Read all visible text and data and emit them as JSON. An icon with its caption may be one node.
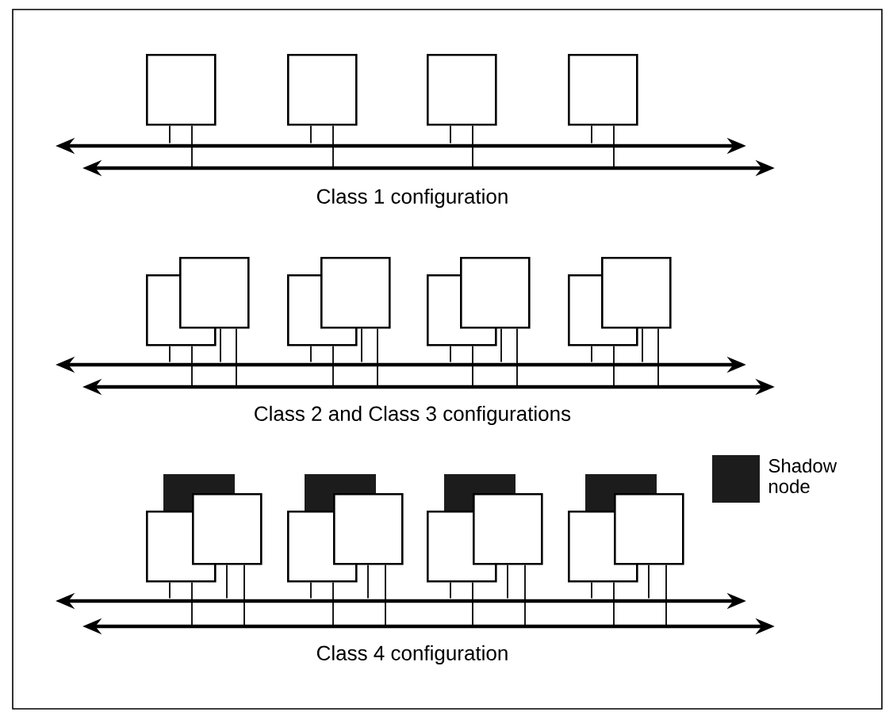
{
  "diagram": {
    "nodes": [
      {
        "text": [],
        "shape": "box"
      },
      {
        "text": [],
        "shape": "box"
      },
      {
        "text": [],
        "shape": "box"
      },
      {
        "text": [],
        "shape": "box"
      },
      {
        "text": [],
        "shape": "bar"
      },
      {
        "text": [],
        "shape": "bar"
      },
      {
        "text": [],
        "shape": "box"
      },
      {
        "text": [],
        "shape": "box"
      },
      {
        "text": [],
        "shape": "box"
      },
      {
        "text": [],
        "shape": "box"
      },
      {
        "text": [],
        "shape": "box"
      },
      {
        "text": [],
        "shape": "box"
      },
      {
        "text": [],
        "shape": "box"
      },
      {
        "text": [],
        "shape": "box"
      },
      {
        "text": [],
        "shape": "bar"
      },
      {
        "text": [],
        "shape": "bar"
      },
      {
        "text": [],
        "shape": "box"
      },
      {
        "text": [],
        "shape": "box"
      },
      {
        "text": [],
        "shape": "box"
      },
      {
        "text": [],
        "shape": "box"
      },
      {
        "text": [],
        "shape": "box"
      },
      {
        "text": [],
        "shape": "box"
      },
      {
        "text": [],
        "shape": "box"
      },
      {
        "text": [],
        "shape": "box"
      },
      {
        "text": [],
        "shape": "box"
      },
      {
        "text": [],
        "shape": "box"
      },
      {
        "text": [],
        "shape": "box"
      },
      {
        "text": [],
        "shape": "box"
      },
      {
        "text": [],
        "shape": "bar"
      },
      {
        "text": [],
        "shape": "bar"
      }
    ],
    "edges": [
      {
        "from": 0,
        "to": 4,
        "arrow": "none"
      },
      {
        "from": 0,
        "to": 5,
        "arrow": "none"
      },
      {
        "from": 1,
        "to": 4,
        "arrow": "none"
      },
      {
        "from": 1,
        "to": 5,
        "arrow": "none"
      },
      {
        "from": 2,
        "to": 4,
        "arrow": "none"
      },
      {
        "from": 2,
        "to": 5,
        "arrow": "none"
      },
      {
        "from": 3,
        "to": 4,
        "arrow": "none"
      },
      {
        "from": 3,
        "to": 5,
        "arrow": "none"
      },
      {
        "from": 6,
        "to": 14,
        "arrow": "none"
      },
      {
        "from": 6,
        "to": 15,
        "arrow": "none"
      },
      {
        "from": 7,
        "to": 14,
        "arrow": "none"
      },
      {
        "from": 7,
        "to": 15,
        "arrow": "none"
      },
      {
        "from": 8,
        "to": 14,
        "arrow": "none"
      },
      {
        "from": 8,
        "to": 15,
        "arrow": "none"
      },
      {
        "from": 9,
        "to": 14,
        "arrow": "none"
      },
      {
        "from": 9,
        "to": 15,
        "arrow": "none"
      },
      {
        "from": 10,
        "to": 14,
        "arrow": "none"
      },
      {
        "from": 10,
        "to": 15,
        "arrow": "none"
      },
      {
        "from": 11,
        "to": 14,
        "arrow": "none"
      },
      {
        "from": 11,
        "to": 15,
        "arrow": "none"
      },
      {
        "from": 12,
        "to": 14,
        "arrow": "none"
      },
      {
        "from": 12,
        "to": 15,
        "arrow": "none"
      },
      {
        "from": 13,
        "to": 14,
        "arrow": "none"
      },
      {
        "from": 13,
        "to": 15,
        "arrow": "none"
      },
      {
        "from": 17,
        "to": 28,
        "arrow": "none"
      },
      {
        "from": 17,
        "to": 29,
        "arrow": "none"
      },
      {
        "from": 18,
        "to": 28,
        "arrow": "none"
      },
      {
        "from": 18,
        "to": 29,
        "arrow": "none"
      },
      {
        "from": 20,
        "to": 28,
        "arrow": "none"
      },
      {
        "from": 20,
        "to": 29,
        "arrow": "none"
      },
      {
        "from": 21,
        "to": 28,
        "arrow": "none"
      },
      {
        "from": 21,
        "to": 29,
        "arrow": "none"
      },
      {
        "from": 23,
        "to": 28,
        "arrow": "none"
      },
      {
        "from": 23,
        "to": 29,
        "arrow": "none"
      },
      {
        "from": 24,
        "to": 28,
        "arrow": "none"
      },
      {
        "from": 24,
        "to": 29,
        "arrow": "none"
      },
      {
        "from": 26,
        "to": 28,
        "arrow": "none"
      },
      {
        "from": 26,
        "to": 29,
        "arrow": "none"
      },
      {
        "from": 27,
        "to": 28,
        "arrow": "none"
      },
      {
        "from": 27,
        "to": 29,
        "arrow": "none"
      }
    ],
    "labels": [
      "Class 1 configuration",
      "Class 2 and Class 3 configurations",
      "Class 4 configuration"
    ],
    "legend": [
      {
        "text": "Shadow node",
        "color": "#1c1c1c"
      }
    ]
  }
}
